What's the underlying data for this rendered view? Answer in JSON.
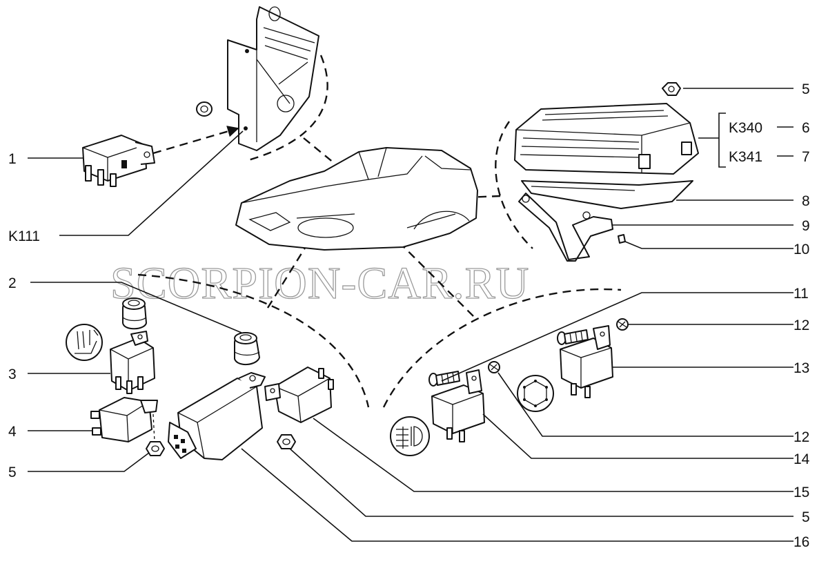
{
  "watermark": "SCORPION-CAR.RU",
  "callouts": {
    "c1": "1",
    "k111": "K111",
    "c2": "2",
    "c3": "3",
    "c4": "4",
    "c5_left": "5",
    "c5_top": "5",
    "k340": "K340",
    "c6": "6",
    "k341": "K341",
    "c7": "7",
    "c8": "8",
    "c9": "9",
    "c10": "10",
    "c11": "11",
    "c12_upper": "12",
    "c13": "13",
    "c12_lower": "12",
    "c14": "14",
    "c15": "15",
    "c5_bottom": "5",
    "c16": "16"
  },
  "icons": {
    "seat_heater": "heated-seat-icon",
    "fog_light": "fog-light-icon",
    "hex_nut": "hexagon-symbol-icon"
  }
}
